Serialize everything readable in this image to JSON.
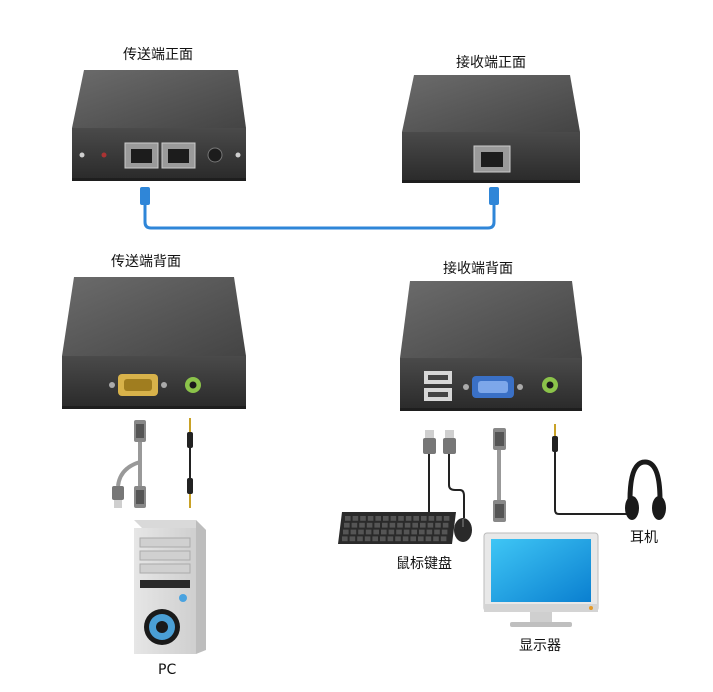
{
  "labels": {
    "sender_front": "传送端正面",
    "receiver_front": "接收端正面",
    "sender_back": "传送端背面",
    "receiver_back": "接收端背面",
    "keyboard_mouse": "鼠标键盘",
    "headphones": "耳机",
    "monitor": "显示器",
    "pc": "PC"
  },
  "colors": {
    "box_top": "#565656",
    "box_face": "#3a3a3a",
    "network_cable": "#2f86d8",
    "vga_gold": "#d8b24a",
    "vga_blue": "#3a70c6",
    "audio_green": "#8bc34a",
    "wire": "#222222"
  },
  "icons": [
    "sender-front-box",
    "receiver-front-box",
    "sender-back-box",
    "receiver-back-box",
    "keyboard-icon",
    "mouse-icon",
    "headphones-icon",
    "monitor-icon",
    "pc-tower-icon"
  ]
}
